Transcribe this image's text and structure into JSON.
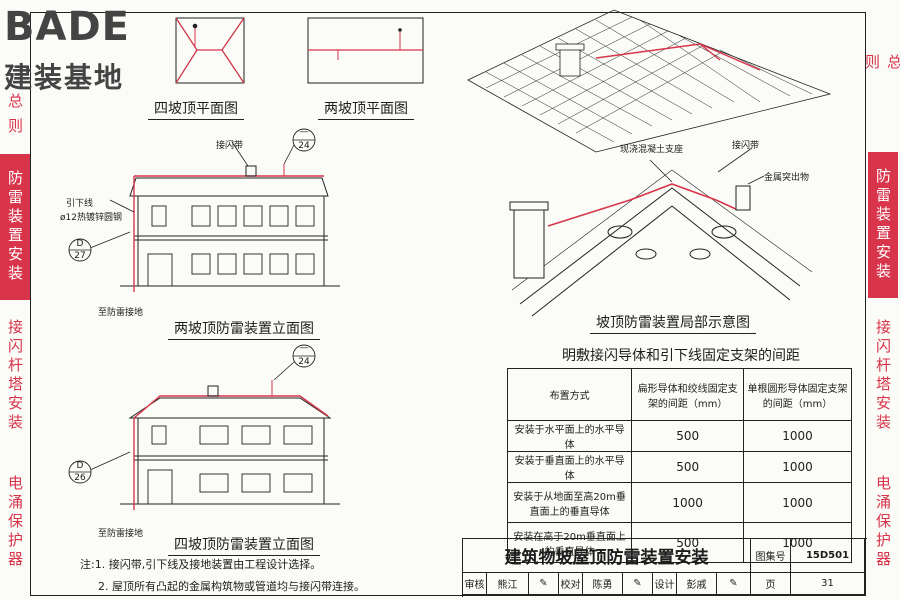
{
  "logo": {
    "brand": "BADE",
    "sub": "建装基地"
  },
  "left_tabs": [
    {
      "label": "总则"
    },
    {
      "label": "防雷装置安装"
    },
    {
      "label": "接闪杆塔安装"
    },
    {
      "label": "电涌保护器"
    }
  ],
  "right_tabs": [
    {
      "label": "总则"
    },
    {
      "label": "防雷装置安装"
    },
    {
      "label": "接闪杆塔安装"
    },
    {
      "label": "电涌保护器"
    }
  ],
  "captions": {
    "four_slope_plan": "四坡顶平面图",
    "two_slope_plan": "两坡顶平面图",
    "two_slope_elev": "两坡顶防雷装置立面图",
    "four_slope_elev": "四坡顶防雷装置立面图",
    "detail": "坡顶防雷装置局部示意图"
  },
  "labels": {
    "air_terminal": "接闪带",
    "down_conductor": "引下线",
    "steel_spec": "ø12热镀锌圆钢",
    "to_ground": "至防雷接地",
    "to_ground_2": "至防雷接地",
    "concrete_support": "现浇混凝土支座",
    "air_terminal_2": "接闪带",
    "metal_protrusion": "金属突出物",
    "ref_24_a": "24",
    "ref_24_b": "24",
    "ref_27": "27",
    "ref_26": "26",
    "ref_dash_a": "—",
    "ref_dash_b": "—",
    "ref_d_a": "D",
    "ref_d_b": "D"
  },
  "table": {
    "title": "明敷接闪导体和引下线固定支架的间距",
    "headers": [
      "布置方式",
      "扁形导体和绞线固定支架的间距（mm）",
      "单根圆形导体固定支架的间距（mm）"
    ],
    "rows": [
      {
        "layout": "安装于水平面上的水平导体",
        "flat": "500",
        "round": "1000"
      },
      {
        "layout": "安装于垂直面上的水平导体",
        "flat": "500",
        "round": "1000"
      },
      {
        "layout": "安装于从地面至高20m垂直面上的垂直导体",
        "flat": "1000",
        "round": "1000"
      },
      {
        "layout": "安装在高于20m垂直面上的垂直导体",
        "flat": "500",
        "round": "1000"
      }
    ]
  },
  "notes": {
    "n1": "注:1. 接闪带,引下线及接地装置由工程设计选择。",
    "n2": "2. 屋顶所有凸起的金属构筑物或管道均与接闪带连接。"
  },
  "title_block": {
    "title": "建筑物坡屋顶防雷装置安装",
    "atlas_label": "图集号",
    "atlas_no": "15D501",
    "review_label": "审核",
    "reviewer": "熊江",
    "check_label": "校对",
    "checker": "陈勇",
    "design_label": "设计",
    "designer": "彭戚",
    "page_label": "页",
    "page_no": "31"
  },
  "colors": {
    "accent": "#d8354b",
    "conductor": "#d8354b",
    "line": "#222222"
  }
}
